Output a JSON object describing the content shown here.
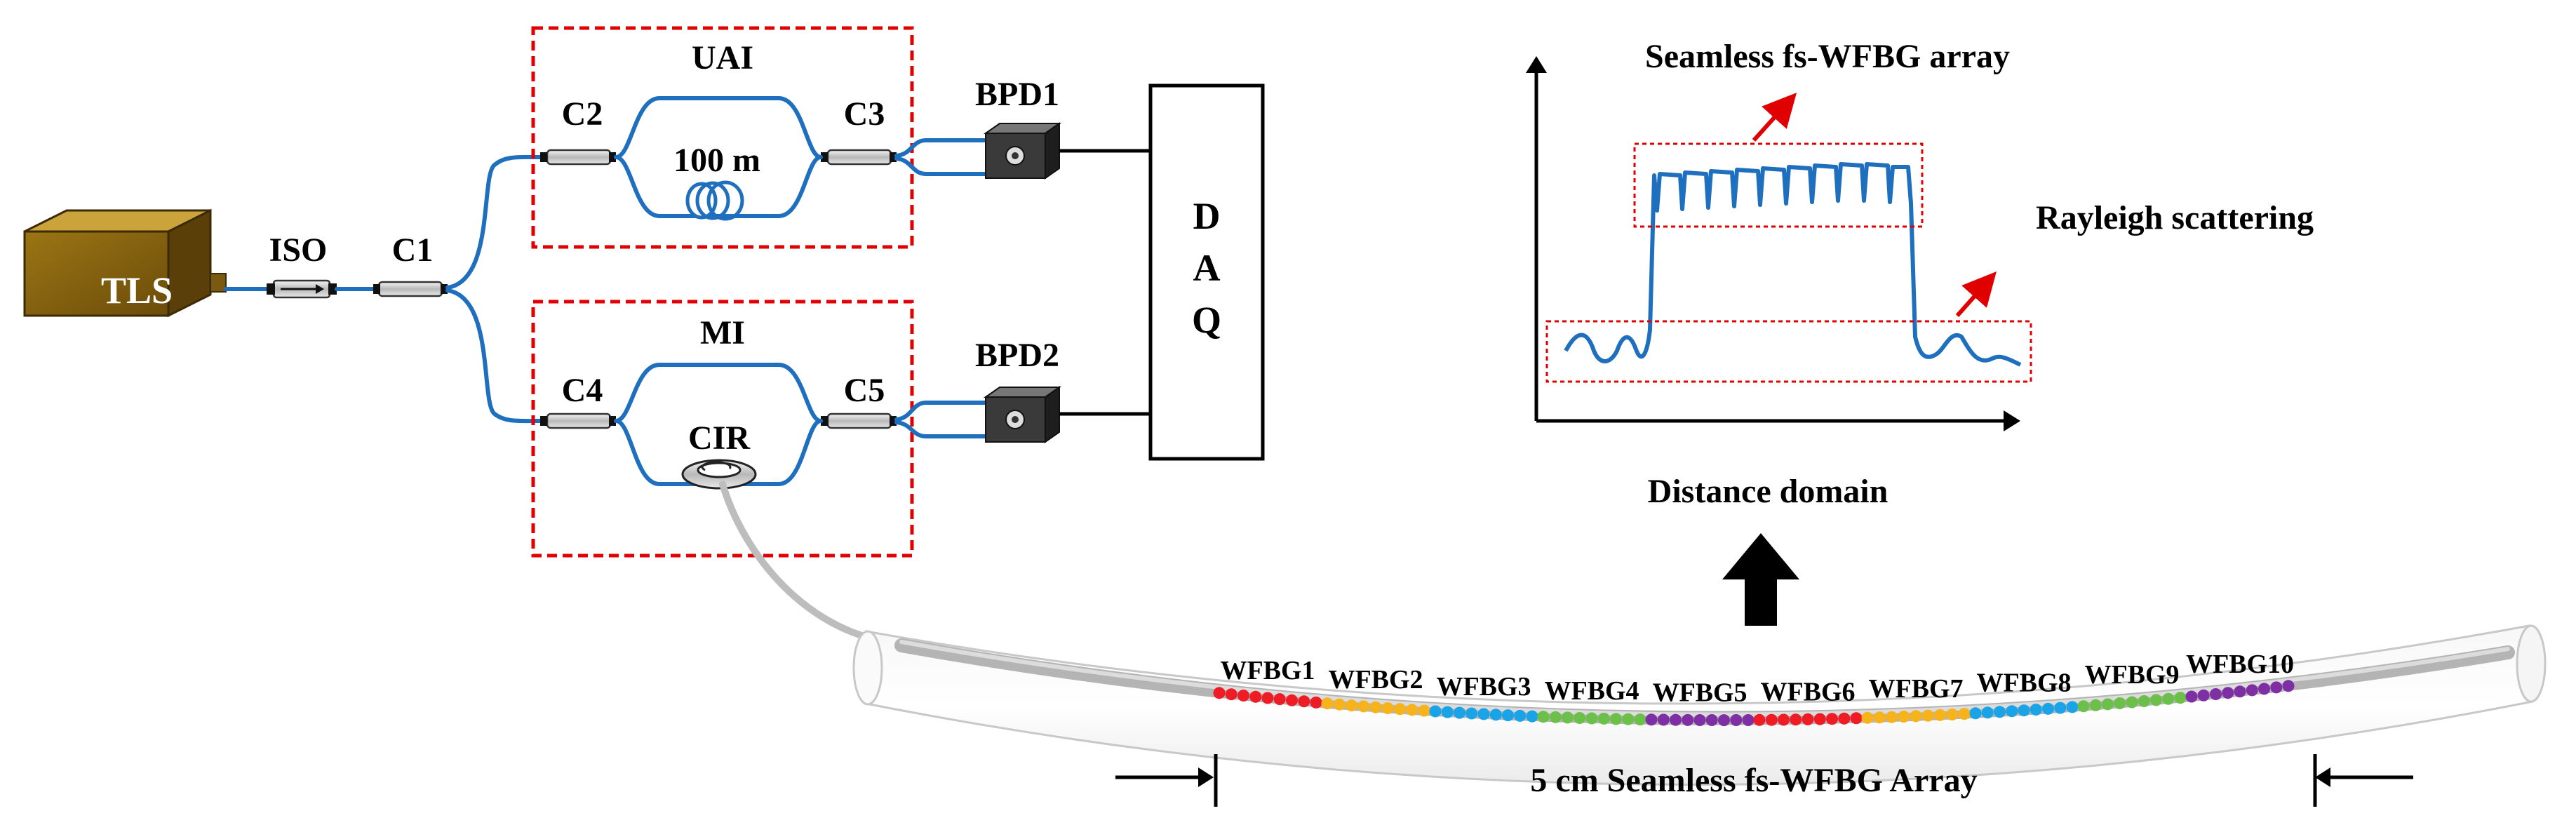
{
  "tls": "TLS",
  "iso": "ISO",
  "c1": "C1",
  "uai": {
    "title": "UAI",
    "c2": "C2",
    "c3": "C3",
    "coil": "100 m"
  },
  "mi": {
    "title": "MI",
    "c4": "C4",
    "c5": "C5",
    "cir": "CIR"
  },
  "bpd1": "BPD1",
  "bpd2": "BPD2",
  "daq": [
    "D",
    "A",
    "Q"
  ],
  "plot": {
    "peak_label": "Seamless fs-WFBG array",
    "rayleigh_label": "Rayleigh scattering",
    "xlabel": "Distance domain"
  },
  "array": {
    "caption": "5 cm Seamless fs-WFBG Array",
    "gratings": [
      {
        "label": "WFBG1",
        "color": "#ee1c24"
      },
      {
        "label": "WFBG2",
        "color": "#f7b31b"
      },
      {
        "label": "WFBG3",
        "color": "#1aa3e6"
      },
      {
        "label": "WFBG4",
        "color": "#6cc04a"
      },
      {
        "label": "WFBG5",
        "color": "#7d2fa3"
      },
      {
        "label": "WFBG6",
        "color": "#ee1c24"
      },
      {
        "label": "WFBG7",
        "color": "#f7b31b"
      },
      {
        "label": "WFBG8",
        "color": "#1aa3e6"
      },
      {
        "label": "WFBG9",
        "color": "#6cc04a"
      },
      {
        "label": "WFBG10",
        "color": "#7d2fa3"
      }
    ]
  },
  "colors": {
    "fiber": "#1f6fbf",
    "dashed_box": "#e00000",
    "signal_trace": "#1f6fbf",
    "tls_body": "#7a5a10"
  }
}
